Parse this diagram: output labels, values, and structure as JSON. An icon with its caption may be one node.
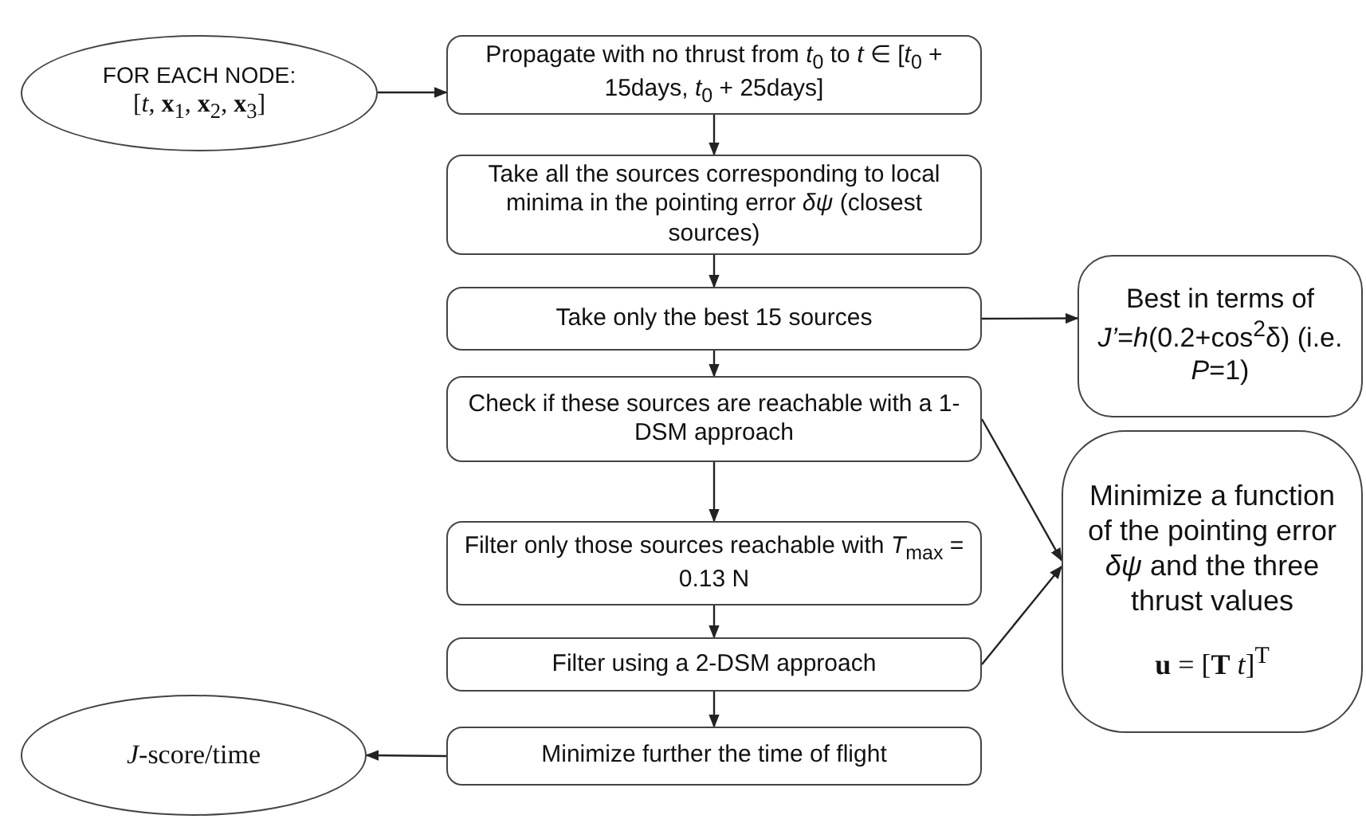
{
  "diagram": {
    "nodes": [
      {
        "text": [
          "FOR EACH NODE:",
          "[*t*, **x**$_{1}$, **x**$_{2}$, **x**$_{3}$]"
        ]
      },
      {
        "text": [
          "Propagate with no thrust from *t*$_{0}$ to *t* ∈ [*t*$_{0}$ + 15days, *t*$_{0}$ + 25days]"
        ]
      },
      {
        "text": [
          "Take all the sources corresponding to local minima in the pointing error *δψ* (closest sources)"
        ]
      },
      {
        "text": [
          "Take only the best 15 sources"
        ]
      },
      {
        "text": [
          "Check if these sources are reachable with a 1-DSM approach"
        ]
      },
      {
        "text": [
          "Filter only those sources reachable with *T*$_{max}$ = 0.13 N"
        ]
      },
      {
        "text": [
          "Filter using a 2-DSM approach"
        ]
      },
      {
        "text": [
          "Minimize further the time of flight"
        ]
      },
      {
        "text": [
          "*J*-score/time"
        ]
      },
      {
        "text": [
          "Best in terms of *J’*=*h*(0.2+cos$^{2}$δ) (i.e. *P*=1)"
        ]
      },
      {
        "text": [
          "Minimize a function of the pointing error *δψ* and the three thrust values",
          "**u** = [**T** *t*]$^{T}$"
        ]
      }
    ],
    "edges": [
      {
        "from": 0,
        "to": 1,
        "arrow": "to"
      },
      {
        "from": 1,
        "to": 2,
        "arrow": "to"
      },
      {
        "from": 2,
        "to": 3,
        "arrow": "to"
      },
      {
        "from": 3,
        "to": 4,
        "arrow": "to"
      },
      {
        "from": 4,
        "to": 5,
        "arrow": "to"
      },
      {
        "from": 5,
        "to": 6,
        "arrow": "to"
      },
      {
        "from": 6,
        "to": 7,
        "arrow": "to"
      },
      {
        "from": 3,
        "to": 9,
        "arrow": "to"
      },
      {
        "from": 4,
        "to": 10,
        "arrow": "to"
      },
      {
        "from": 6,
        "to": 10,
        "arrow": "to"
      },
      {
        "from": 7,
        "to": 8,
        "arrow": "to"
      }
    ]
  }
}
